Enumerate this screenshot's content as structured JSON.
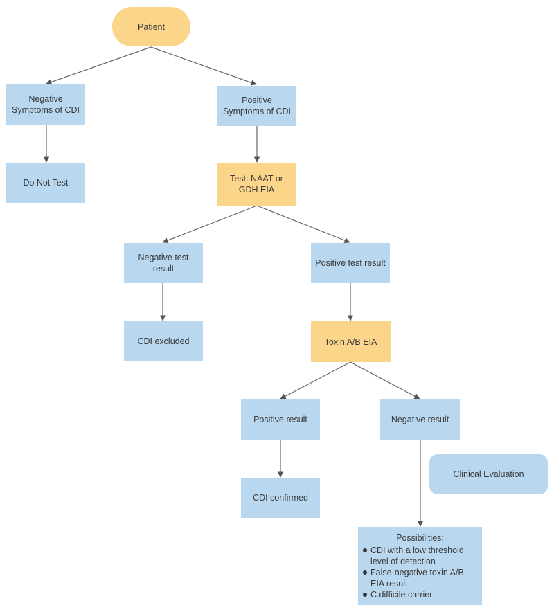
{
  "nodes": {
    "patient": "Patient",
    "negative_symptoms": "Negative Symptoms of CDI",
    "positive_symptoms": "Positive Symptoms of CDI",
    "do_not_test": "Do Not Test",
    "test": "Test: NAAT or GDH EIA",
    "negative_test_result": "Negative test result",
    "positive_test_result": "Positive test result",
    "cdi_excluded": "CDI excluded",
    "toxin": "Toxin A/B EIA",
    "positive_result": "Positive result",
    "negative_result": "Negative result",
    "clinical_evaluation": "Clinical Evaluation",
    "cdi_confirmed": "CDI confirmed",
    "possibilities": {
      "title": "Possibilities:",
      "items": [
        "CDI with a low threshold level of detection",
        "False-negative toxin A/B EIA result",
        "C.difficile carrier"
      ]
    }
  },
  "colors": {
    "process": "#b9d7ee",
    "test": "#fbd58a",
    "edge": "#555555"
  }
}
